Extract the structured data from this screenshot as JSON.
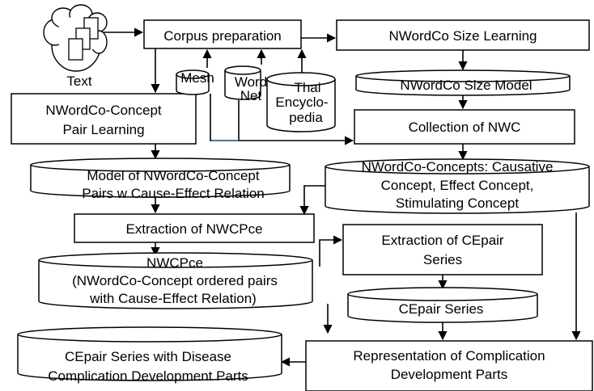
{
  "input": {
    "label": "Text"
  },
  "processes": {
    "corpus_preparation": "Corpus preparation",
    "nwordco_size_learning": "NWordCo Size Learning",
    "concept_pair_learning": [
      "NWordCo-Concept",
      "Pair Learning"
    ],
    "collection_of_nwc": "Collection of NWC",
    "extraction_of_nwcpce": "Extraction of NWCPce",
    "extraction_of_cepair_series": [
      "Extraction of CEpair",
      "Series"
    ],
    "representation": [
      "Representation of Complication",
      "Development Parts"
    ]
  },
  "data_stores": {
    "mesh": "Mesh",
    "wordnet": [
      "Word",
      "Net"
    ],
    "thai_encyclopedia": [
      "Thai",
      "Encyclo-",
      "pedia"
    ],
    "nwordco_size_model": "NWordCo Size Model",
    "model_concept_pairs": [
      "Model of NWordCo-Concept",
      "Pairs w Cause-Effect Relation"
    ],
    "nwordco_concepts": [
      "NWordCo-Concepts: Causative",
      "Concept, Effect Concept,",
      "Stimulating Concept"
    ],
    "nwcpce": [
      "NWCPce",
      "(NWordCo-Concept ordered pairs",
      "with Cause-Effect Relation)"
    ],
    "cepair_series": "CEpair Series",
    "cepair_series_disease": [
      "CEpair Series with Disease",
      "Complication Development Parts"
    ]
  },
  "colors": {
    "stroke": "#000000",
    "background": "#ffffff",
    "accent_line": "#4a6a9a"
  }
}
